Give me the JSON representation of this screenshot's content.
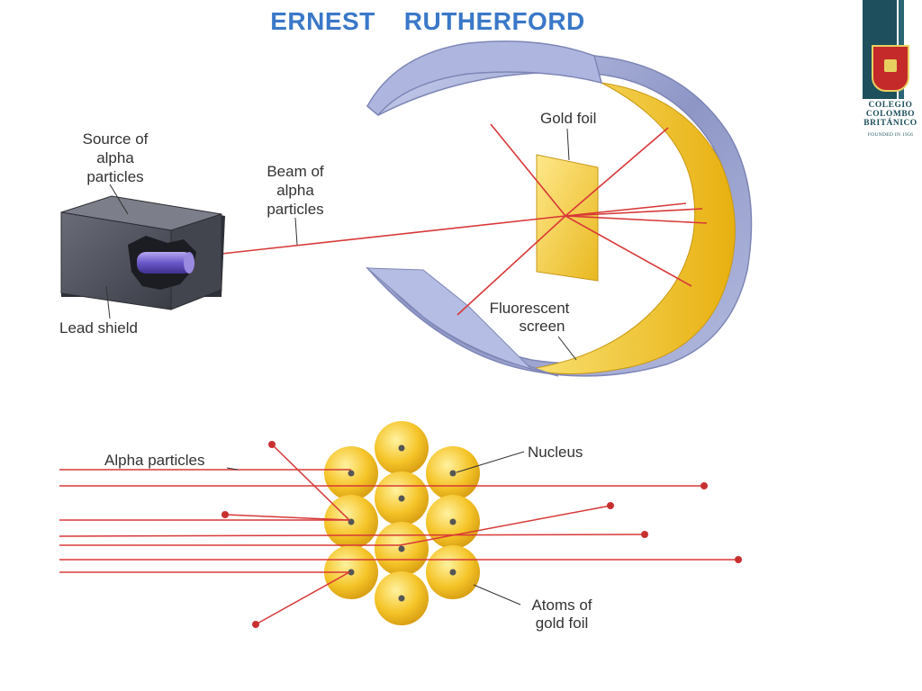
{
  "title": {
    "word1": "ERNEST",
    "word2": "RUTHERFORD"
  },
  "logo": {
    "line1": "COLEGIO",
    "line2": "COLOMBO",
    "line3": "BRITÁNICO",
    "line4": "FOUNDED IN 1956"
  },
  "apparatus": {
    "source_label": [
      "Source of",
      "alpha",
      "particles"
    ],
    "beam_label": [
      "Beam of",
      "alpha",
      "particles"
    ],
    "lead_label": "Lead shield",
    "gold_label": "Gold foil",
    "screen_label": [
      "Fluorescent",
      "screen"
    ]
  },
  "atoms": {
    "alpha_label": "Alpha particles",
    "nucleus_label": "Nucleus",
    "atoms_label": [
      "Atoms of",
      "gold foil"
    ]
  },
  "colors": {
    "title": "#3a78c8",
    "beam": "#d83838",
    "gold": "#f2c420",
    "ring": "#a8b0d8",
    "box": "#4a4c58",
    "logo": "#1e4f5c"
  },
  "icons": [
    "logo-crest-icon"
  ]
}
